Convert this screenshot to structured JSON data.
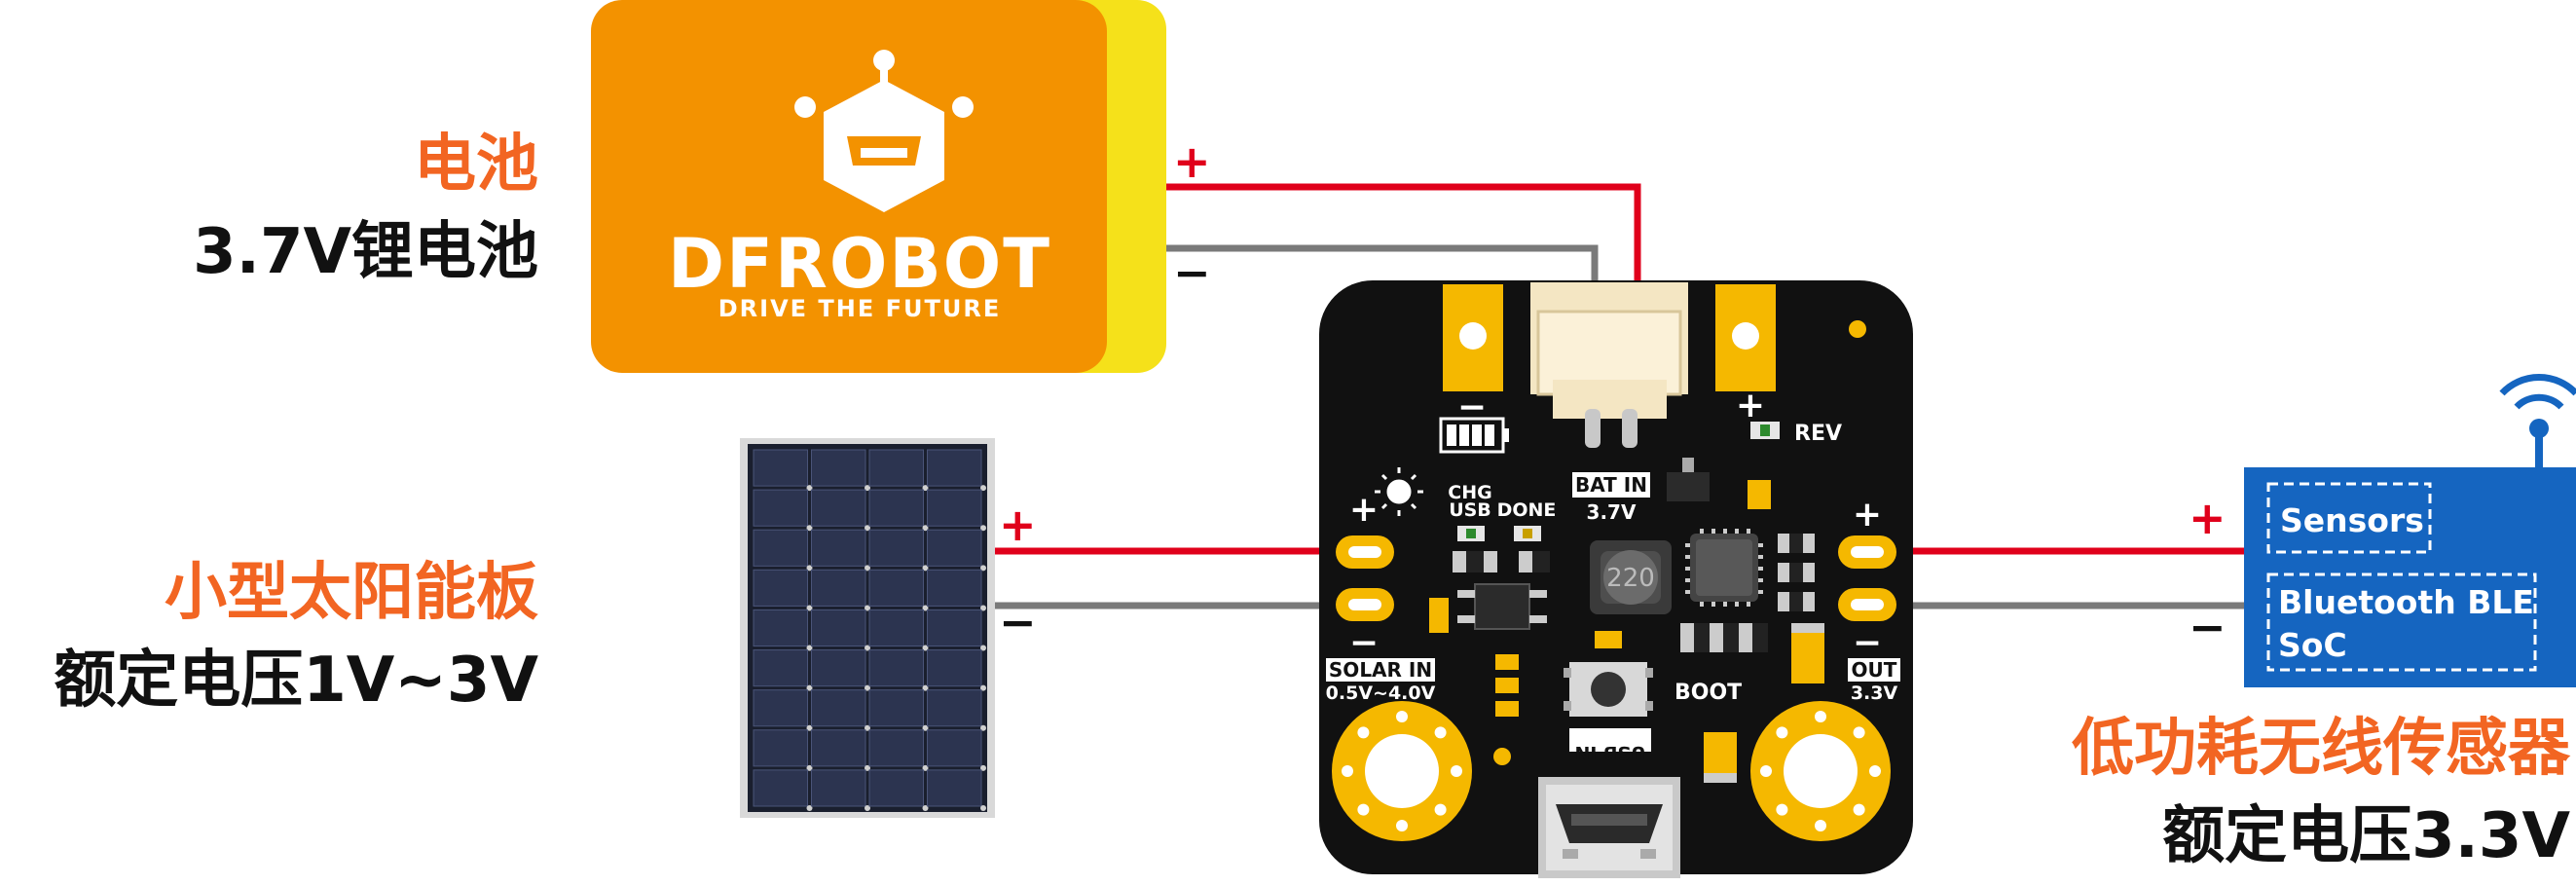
{
  "colors": {
    "accent_orange": "#f26522",
    "battery_orange": "#f39200",
    "battery_edge": "#f5e11a",
    "board": "#111111",
    "pad_gold": "#f5b800",
    "wire_red": "#e0001b",
    "wire_gray": "#7a7a7a",
    "sensor_blue": "#1565c0"
  },
  "battery": {
    "title": "电池",
    "subtitle": "3.7V锂电池",
    "brand": "DFROBOT",
    "slogan": "DRIVE THE FUTURE",
    "plus": "+",
    "minus": "−"
  },
  "solar": {
    "title": "小型太阳能板",
    "subtitle": "额定电压1V~3V",
    "plus": "+",
    "minus": "−"
  },
  "sensor": {
    "title": "低功耗无线传感器",
    "subtitle": "额定电压3.3V",
    "box1": "Sensors",
    "box2_line1": "Bluetooth BLE",
    "box2_line2": "SoC",
    "plus": "+",
    "minus": "−",
    "icon": "wifi-signal-icon"
  },
  "board": {
    "chg_usb": "CHG\nUSB",
    "chg": "CHG",
    "usb": "USB",
    "done": "DONE",
    "bat_in": "BAT IN",
    "bat_in_v": "3.7V",
    "rev": "REV",
    "solar_in": "SOLAR IN",
    "solar_in_v": "0.5V~4.0V",
    "out": "OUT",
    "out_v": "3.3V",
    "boot": "BOOT",
    "usb_in": "USB IN",
    "inductor": "220",
    "plus": "+",
    "minus": "−",
    "icons": [
      "sun-icon",
      "battery-level-icon"
    ]
  }
}
